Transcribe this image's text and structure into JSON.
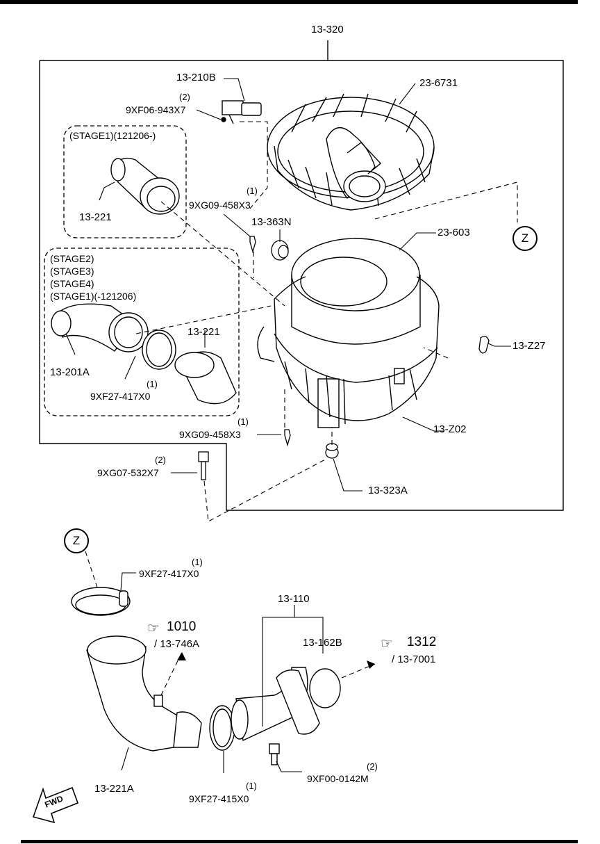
{
  "assembly_label": "13-320",
  "zoom_marker": "Z",
  "stage_group_a": {
    "line1": "(STAGE1)(121206-)",
    "part": "13-221"
  },
  "stage_group_b": {
    "lines": [
      "(STAGE2)",
      "(STAGE3)",
      "(STAGE4)",
      "(STAGE1)(-121206)"
    ],
    "parts": [
      "13-201A",
      "13-221",
      "9XF27-417X0"
    ],
    "qty_clamp": "(1)"
  },
  "parts_top": [
    {
      "id": "sensor",
      "label": "13-210B"
    },
    {
      "id": "sensor-screw",
      "label": "9XF06-943X7",
      "qty": "(2)"
    },
    {
      "id": "upper-case",
      "label": "23-6731"
    },
    {
      "id": "screw-a",
      "label": "9XG09-458X3",
      "qty": "(1)"
    },
    {
      "id": "grommet",
      "label": "13-363N"
    },
    {
      "id": "element",
      "label": "23-603"
    },
    {
      "id": "clip",
      "label": "13-Z27"
    },
    {
      "id": "screw-b",
      "label": "9XG09-458X3",
      "qty": "(1)"
    },
    {
      "id": "lower-case",
      "label": "13-Z02"
    },
    {
      "id": "bolt",
      "label": "9XG07-532X7",
      "qty": "(2)"
    },
    {
      "id": "mount",
      "label": "13-323A"
    }
  ],
  "parts_bottom": [
    {
      "id": "clamp-z",
      "label": "9XF27-417X0",
      "qty": "(1)"
    },
    {
      "id": "ref-1010-num",
      "label": "1010"
    },
    {
      "id": "ref-1010-part",
      "label": "/ 13-746A"
    },
    {
      "id": "duct",
      "label": "13-221A"
    },
    {
      "id": "clamp-b",
      "label": "9XF27-415X0",
      "qty": "(1)"
    },
    {
      "id": "intake-group",
      "label": "13-110"
    },
    {
      "id": "seal",
      "label": "13-162B"
    },
    {
      "id": "ref-1312-num",
      "label": "1312"
    },
    {
      "id": "ref-1312-part",
      "label": "/ 13-7001"
    },
    {
      "id": "intake-bolt",
      "label": "9XF00-0142M",
      "qty": "(2)"
    }
  ],
  "fwd_label": "FWD",
  "icons": {
    "reference": "pointing-hand-icon",
    "direction": "fwd-arrow-icon"
  }
}
